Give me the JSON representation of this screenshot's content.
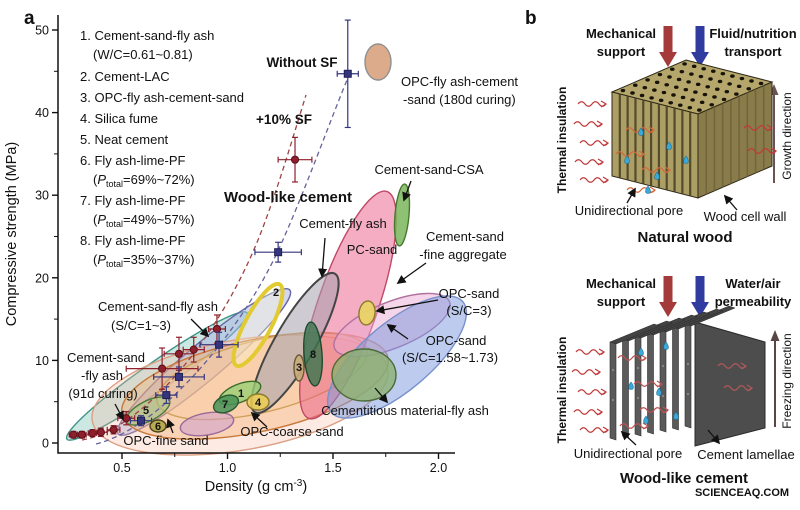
{
  "watermark": "SCIENCEAQ.COM",
  "colors": {
    "maroon": "#8e1f2c",
    "navy": "#35357f",
    "red_arrow": "#a43a3a",
    "blue_arrow": "#2f3b9e",
    "watermark": "#f0a8a8"
  },
  "panel_a": {
    "label": "a",
    "y_axis": {
      "label": "Compressive strength (MPa)",
      "ticks": [
        "0",
        "10",
        "20",
        "30",
        "40",
        "50"
      ]
    },
    "x_axis": {
      "label_pre": "Density  (g cm",
      "label_sup": "-3",
      "label_post": ")",
      "ticks": [
        "0.5",
        "1.0",
        "1.5",
        "2.0"
      ]
    },
    "legend": {
      "i1": "1. Cement-sand-fly ash",
      "i1b": "(W/C=0.61~0.81)",
      "i2": "2. Cement-LAC",
      "i3": "3. OPC-fly ash-cement-sand",
      "i4": "4. Silica fume",
      "i5": "5. Neat cement",
      "i6": "6. Fly ash-lime-PF",
      "i6b_pre": "(",
      "i6b_p": "P",
      "i6b_sub": "total",
      "i6b_post": "=69%~72%)",
      "i7": "7. Fly ash-lime-PF",
      "i7b_pre": "(",
      "i7b_p": "P",
      "i7b_sub": "total",
      "i7b_post": "=49%~57%)",
      "i8": "8. Fly ash-lime-PF",
      "i8b_pre": "(",
      "i8b_p": "P",
      "i8b_sub": "total",
      "i8b_post": "=35%~37%)"
    },
    "annotations": {
      "without_sf": "Without SF",
      "plus_sf": "+10% SF",
      "wood_like": "Wood-like cement",
      "opc180_1": "OPC-fly ash-cement",
      "opc180_2": "-sand (180d curing)",
      "csa": "Cement-sand-CSA",
      "cfa": "Cement-fly ash",
      "pc_sand": "PC-sand",
      "fine_agg_1": "Cement-sand",
      "fine_agg_2": "-fine aggregate",
      "sc3_1": "OPC-sand",
      "sc3_2": "(S/C=3)",
      "sc158_1": "OPC-sand",
      "sc158_2": "(S/C=1.58~1.73)",
      "cmfa": "Cementitious material-fly ash",
      "coarse": "OPC-coarse sand",
      "fine": "OPC-fine sand",
      "csfa_sc_1": "Cement-sand-fly ash",
      "csfa_sc_2": "(S/C=1~3)",
      "csfa91_1": "Cement-sand",
      "csfa91_2": "-fly ash",
      "csfa91_3": "(91d curing)"
    }
  },
  "panel_b": {
    "label": "b",
    "natural": {
      "mech1": "Mechanical",
      "mech2": "support",
      "fluid1": "Fluid/nutrition",
      "fluid2": "transport",
      "thermal": "Thermal insulation",
      "growth": "Growth direction",
      "pore": "Unidirectional pore",
      "wall": "Wood cell wall",
      "title": "Natural wood"
    },
    "woodlike": {
      "mech1": "Mechanical",
      "mech2": "support",
      "water1": "Water/air",
      "water2": "permeability",
      "thermal": "Thermal insulation",
      "freezing": "Freezing direction",
      "pore": "Unidirectional pore",
      "lamellae": "Cement lamellae",
      "title": "Wood-like cement"
    }
  },
  "chart_data": {
    "type": "scatter",
    "title": "Compressive strength vs density: wood-like cement compared with conventional cementitious materials",
    "xlabel": "Density (g cm-3)",
    "ylabel": "Compressive strength (MPa)",
    "xlim": [
      0.2,
      2.05
    ],
    "ylim": [
      -1.2,
      51.8
    ],
    "x_ticks": [
      0.5,
      1.0,
      1.5,
      2.0
    ],
    "y_ticks": [
      0,
      10,
      20,
      30,
      40,
      50
    ],
    "points_format": [
      "density_g_cm3",
      "strength_mpa",
      "xerr",
      "yerr"
    ],
    "series": [
      {
        "name": "Wood-like cement (+10% SF)",
        "color": "#8e1f2c",
        "edge": "#5c0f18",
        "marker": "circle",
        "points": [
          [
            0.27,
            1.0,
            0.02,
            0.4
          ],
          [
            0.31,
            1.0,
            0.02,
            0.4
          ],
          [
            0.36,
            1.2,
            0.02,
            0.4
          ],
          [
            0.4,
            1.3,
            0.03,
            0.5
          ],
          [
            0.46,
            1.6,
            0.03,
            0.5
          ],
          [
            0.52,
            3.0,
            0.04,
            0.8
          ],
          [
            0.69,
            9.0,
            0.17,
            2.5
          ],
          [
            0.77,
            10.8,
            0.07,
            2.0
          ],
          [
            0.84,
            11.3,
            0.05,
            1.5
          ],
          [
            0.95,
            13.8,
            0.04,
            1.7
          ],
          [
            1.32,
            34.3,
            0.08,
            2.7
          ]
        ]
      },
      {
        "name": "Wood-like cement (without SF)",
        "color": "#35357f",
        "edge": "#1f1f55",
        "marker": "square",
        "points": [
          [
            0.59,
            2.7,
            0.05,
            0.6
          ],
          [
            0.71,
            5.8,
            0.05,
            1.0
          ],
          [
            0.77,
            8.0,
            0.12,
            1.2
          ],
          [
            0.96,
            11.9,
            0.09,
            1.5
          ],
          [
            1.24,
            23.1,
            0.11,
            1.2
          ],
          [
            1.57,
            44.7,
            0.05,
            6.5
          ]
        ]
      }
    ],
    "trend_lines": [
      {
        "name": "+10% SF trend",
        "style": "dashed",
        "color": "#9c4444"
      },
      {
        "name": "Without SF trend",
        "style": "dashed",
        "color": "#63639a"
      }
    ],
    "regions": [
      {
        "id": "cement-sand-fly-ash-91d",
        "label": "Cement-sand-fly ash (91d curing)",
        "cx": 157,
        "cy": 376,
        "rx": 110,
        "ry": 14,
        "rot": -35,
        "fill": "rgba(140,205,190,0.45)",
        "stroke": "#3f9488"
      },
      {
        "id": "cement-sand-fly-ash-sc1-3",
        "label": "Cement-sand-fly ash (S/C=1~3)",
        "cx": 204,
        "cy": 362,
        "rx": 112,
        "ry": 18,
        "rot": -40,
        "fill": "rgba(168,178,226,0.5)",
        "stroke": "#6868a8"
      },
      {
        "id": "opc-coarse-sand-outer",
        "label": "OPC-coarse sand",
        "cx": 240,
        "cy": 395,
        "rx": 150,
        "ry": 55,
        "rot": -10,
        "fill": "rgba(250,186,162,0.3)",
        "stroke": "#dca084"
      },
      {
        "id": "opc-coarse-sand",
        "label": "OPC-coarse sand",
        "cx": 255,
        "cy": 386,
        "rx": 136,
        "ry": 46,
        "rot": -12,
        "fill": "rgba(244,168,100,0.35)",
        "stroke": "#c87838"
      },
      {
        "id": "opc-coarse-sand-inner",
        "label": "OPC-coarse sand",
        "cx": 262,
        "cy": 376,
        "rx": 108,
        "ry": 36,
        "rot": -14,
        "fill": "rgba(248,206,152,0.4)",
        "stroke": "#d0a058"
      },
      {
        "id": "pc-sand",
        "label": "PC-sand",
        "cx": 348,
        "cy": 305,
        "rx": 120,
        "ry": 30,
        "rot": -71,
        "fill": "rgba(233,92,133,0.5)",
        "stroke": "#c04868"
      },
      {
        "id": "cement-sand-fine-aggregate",
        "label": "Cement-sand-fine aggregate",
        "cx": 392,
        "cy": 325,
        "rx": 62,
        "ry": 23,
        "rot": -22,
        "fill": "rgba(236,172,212,0.5)",
        "stroke": "#b070a0"
      },
      {
        "id": "opc-sand-sc158",
        "label": "OPC-sand (S/C=1.58~1.73)",
        "cx": 397,
        "cy": 357,
        "rx": 86,
        "ry": 34,
        "rot": -40,
        "fill": "rgba(122,152,222,0.5)",
        "stroke": "#7890cc"
      },
      {
        "id": "cement-fly-ash",
        "label": "Cement-fly ash",
        "cx": 295,
        "cy": 343,
        "rx": 80,
        "ry": 20,
        "rot": -60,
        "fill": "rgba(165,160,175,0.55)",
        "stroke": "#454545",
        "sw": 2
      },
      {
        "id": "cement-lac",
        "label": "2. Cement-LAC",
        "cx": 258,
        "cy": 325,
        "rx": 46,
        "ry": 13,
        "rot": -62,
        "fill": "rgba(252,248,215,0.35)",
        "stroke": "#e2ca32",
        "sw": 4,
        "num": "2",
        "nx": 276,
        "ny": 296
      },
      {
        "id": "cement-sand-csa",
        "label": "Cement-sand-CSA",
        "cx": 402,
        "cy": 215,
        "rx": 7,
        "ry": 31,
        "rot": 5,
        "fill": "rgba(122,182,92,0.85)",
        "stroke": "#48782e"
      },
      {
        "id": "opc-fly-ash-cement-sand-180d",
        "label": "OPC-fly ash-cement-sand (180d curing)",
        "cx": 378,
        "cy": 62,
        "rx": 13,
        "ry": 18,
        "rot": 0,
        "fill": "rgba(216,162,126,0.9)",
        "stroke": "#8f8f8f"
      },
      {
        "id": "opc-sand-sc3",
        "label": "OPC-sand (S/C=3)",
        "cx": 367,
        "cy": 313,
        "rx": 8,
        "ry": 12,
        "rot": 8,
        "fill": "rgba(233,211,102,0.95)",
        "stroke": "#8a7a28"
      },
      {
        "id": "region-8-fly-ash-lime-pf",
        "label": "8. Fly ash-lime-PF (Ptotal=35%~37%)",
        "cx": 313,
        "cy": 354,
        "rx": 9,
        "ry": 32,
        "rot": -4,
        "fill": "rgba(58,118,78,0.8)",
        "stroke": "#1e4a2e",
        "num": "8",
        "nx": 313,
        "ny": 358
      },
      {
        "id": "region-3-opc-fly-ash-cement-sand",
        "label": "3. OPC-fly ash-cement-sand",
        "cx": 299,
        "cy": 368,
        "rx": 5,
        "ry": 13,
        "rot": 0,
        "fill": "rgba(202,172,122,0.9)",
        "stroke": "#6a5a38",
        "num": "3",
        "nx": 299,
        "ny": 371
      },
      {
        "id": "cementitious-material-fly-ash",
        "label": "Cementitious material-fly ash",
        "cx": 364,
        "cy": 375,
        "rx": 32,
        "ry": 26,
        "rot": 0,
        "fill": "rgba(136,176,106,0.75)",
        "stroke": "#4a6a38"
      },
      {
        "id": "opc-fine-sand",
        "label": "OPC-fine sand",
        "cx": 207,
        "cy": 424,
        "rx": 27,
        "ry": 11,
        "rot": -10,
        "fill": "rgba(206,156,206,0.55)",
        "stroke": "#9a6a9a"
      },
      {
        "id": "region-5-neat-cement",
        "label": "5. Neat cement",
        "cx": 148,
        "cy": 411,
        "rx": 24,
        "ry": 10,
        "rot": -27,
        "fill": "rgba(152,196,122,0.5)",
        "stroke": "#4a7a3a",
        "num": "5",
        "nx": 146,
        "ny": 414
      },
      {
        "id": "region-6-fly-ash-lime-pf",
        "label": "6. Fly ash-lime-PF (Ptotal=69%~72%)",
        "cx": 158,
        "cy": 426,
        "rx": 8,
        "ry": 6,
        "rot": 0,
        "fill": "rgba(172,162,62,0.85)",
        "stroke": "#4a4418",
        "num": "6",
        "nx": 158,
        "ny": 430
      },
      {
        "id": "region-1-cement-sand-fly-ash",
        "label": "1. Cement-sand-fly ash (W/C=0.61~0.81)",
        "cx": 240,
        "cy": 393,
        "rx": 22,
        "ry": 9,
        "rot": -22,
        "fill": "rgba(152,206,118,0.8)",
        "stroke": "#3a6b28",
        "num": "1",
        "nx": 241,
        "ny": 397
      },
      {
        "id": "region-7-fly-ash-lime-pf",
        "label": "7. Fly ash-lime-PF (Ptotal=49%~57%)",
        "cx": 226,
        "cy": 404,
        "rx": 13,
        "ry": 8,
        "rot": -22,
        "fill": "rgba(72,146,86,0.85)",
        "stroke": "#2a5a30",
        "num": "7",
        "nx": 225,
        "ny": 408
      },
      {
        "id": "region-4-silica-fume",
        "label": "4. Silica fume",
        "cx": 258,
        "cy": 402,
        "rx": 11,
        "ry": 8,
        "rot": 0,
        "fill": "rgba(236,206,82,0.85)",
        "stroke": "#8a7a28",
        "num": "4",
        "nx": 258,
        "ny": 406
      }
    ]
  }
}
